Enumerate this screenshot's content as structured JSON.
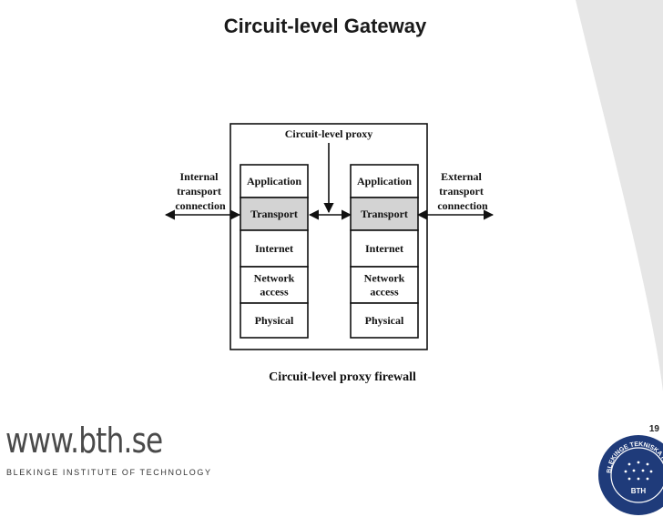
{
  "slide": {
    "title": "Circuit-level Gateway",
    "page_number": "19"
  },
  "diagram": {
    "proxy_label": "Circuit-level proxy",
    "caption": "Circuit-level proxy firewall",
    "left_label": [
      "Internal",
      "transport",
      "connection"
    ],
    "right_label": [
      "External",
      "transport",
      "connection"
    ],
    "left_stack": {
      "layers": [
        {
          "lines": [
            "Application"
          ],
          "highlight": false
        },
        {
          "lines": [
            "Transport"
          ],
          "highlight": true
        },
        {
          "lines": [
            "Internet"
          ],
          "highlight": false
        },
        {
          "lines": [
            "Network",
            "access"
          ],
          "highlight": false
        },
        {
          "lines": [
            "Physical"
          ],
          "highlight": false
        }
      ]
    },
    "right_stack": {
      "layers": [
        {
          "lines": [
            "Application"
          ],
          "highlight": false
        },
        {
          "lines": [
            "Transport"
          ],
          "highlight": true
        },
        {
          "lines": [
            "Internet"
          ],
          "highlight": false
        },
        {
          "lines": [
            "Network",
            "access"
          ],
          "highlight": false
        },
        {
          "lines": [
            "Physical"
          ],
          "highlight": false
        }
      ]
    },
    "colors": {
      "highlight": "#d3d3d3",
      "line": "#111111"
    }
  },
  "branding": {
    "url": "www.bth.se",
    "institution": "BLEKINGE INSTITUTE OF TECHNOLOGY",
    "seal_text": "BLEKINGE TEKNISKA HÖGSKOLA",
    "seal_abbr": "BTH",
    "colors": {
      "seal": "#1f3b7a",
      "background_curve": "#e6e6e6"
    }
  }
}
